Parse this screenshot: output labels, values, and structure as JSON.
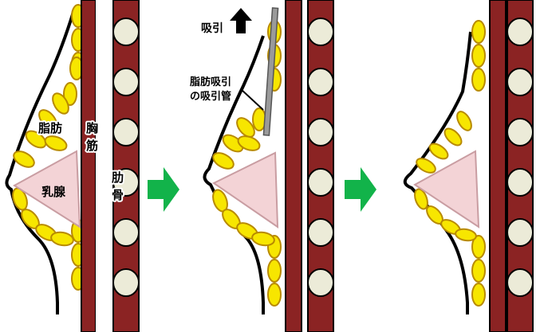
{
  "labels": {
    "fat": "脂肪",
    "pectoral_muscle_1": "胸",
    "pectoral_muscle_2": "筋",
    "mammary_gland": "乳腺",
    "rib_1": "肋",
    "rib_2": "骨",
    "suction": "吸引",
    "suction_tube_1": "脂肪吸引",
    "suction_tube_2": "の吸引管"
  },
  "colors": {
    "fat_fill": "#f7e600",
    "gland_fill": "#f3d3d6",
    "muscle_fill": "#8b2323",
    "rib_fill": "#ecebd8",
    "arrow_green": "#12b34a",
    "tube_gray": "#9a9a9a",
    "outline": "#000000"
  },
  "icons": {
    "step_arrow": "right-arrow-icon",
    "suction_direction": "up-arrow-icon"
  }
}
